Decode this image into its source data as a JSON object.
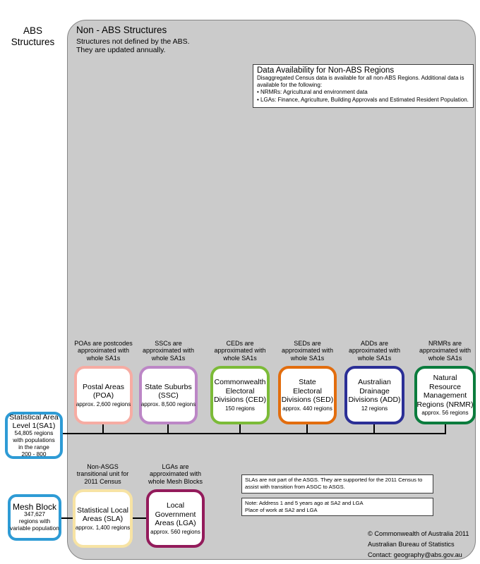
{
  "left_label": "ABS\nStructures",
  "panel": {
    "title": "Non - ABS Structures",
    "subtitle": "Structures not defined by the ABS.\nThey are updated annually."
  },
  "availability": {
    "title": "Data Availability for Non-ABS Regions",
    "body": "Disaggregated Census data is available for all non-ABS Regions. Additional data is available for the following:\n• NRMRs: Agricultural and environment data\n• LGAs: Finance, Agriculture, Building Approvals and Estimated Resident Population."
  },
  "structures": [
    {
      "caption": "POAs are postcodes\napproximated with\nwhole SA1s",
      "title": "Postal Areas\n(POA)",
      "detail": "approx. 2,600 regions",
      "color": "#F6ACA3"
    },
    {
      "caption": "SSCs are\napproximated with\nwhole SA1s",
      "title": "State Suburbs\n(SSC)",
      "detail": "approx. 8,500 regions",
      "color": "#BC86C6"
    },
    {
      "caption": "CEDs are\napproximated with\nwhole SA1s",
      "title": "Commonwealth\nElectoral\nDivisions (CED)",
      "detail": "150 regions",
      "color": "#7CBB38"
    },
    {
      "caption": "SEDs are\napproximated with\nwhole SA1s",
      "title": "State\nElectoral\nDivisions (SED)",
      "detail": "approx. 440 regions",
      "color": "#E26D0E"
    },
    {
      "caption": "ADDs are\napproximated with\nwhole SA1s",
      "title": "Australian\nDrainage\nDivisions (ADD)",
      "detail": "12 regions",
      "color": "#2B2F96"
    },
    {
      "caption": "NRMRs are\napproximated with\nwhole SA1s",
      "title": "Natural\nResource\nManagement\nRegions (NRMR)",
      "detail": "approx. 56 regions",
      "color": "#0B7C3D"
    }
  ],
  "sa1": {
    "title": "Statistical Area\nLevel 1(SA1)",
    "detail": "54,805 regions\nwith populations\nin the range\n200 - 800",
    "color": "#2E9BD5"
  },
  "mesh_block": {
    "title": "Mesh Block",
    "detail": "347,627\nregions with\nvariable population",
    "color": "#2E9BD5"
  },
  "sla": {
    "caption": "Non-ASGS\ntransitional unit for\n2011 Census",
    "title": "Statistical Local\nAreas (SLA)",
    "detail": "approx. 1,400 regions",
    "color": "#F7E3A4"
  },
  "lga": {
    "caption": "LGAs are\napproximated with\nwhole Mesh Blocks",
    "title": "Local\nGovernment\nAreas (LGA)",
    "detail": "approx. 560 regions",
    "color": "#931B5B"
  },
  "notes": [
    "SLAs are not part of the ASGS. They are supported for the 2011 Census to\nassist with transition from ASGC to ASGS.",
    "Note: Address 1 and 5 years ago at SA2 and LGA\nPlace of work at SA2 and LGA"
  ],
  "footer": "© Commonwealth of Australia 2011\nAustralian Bureau of Statistics\nContact: geography@abs.gov.au"
}
